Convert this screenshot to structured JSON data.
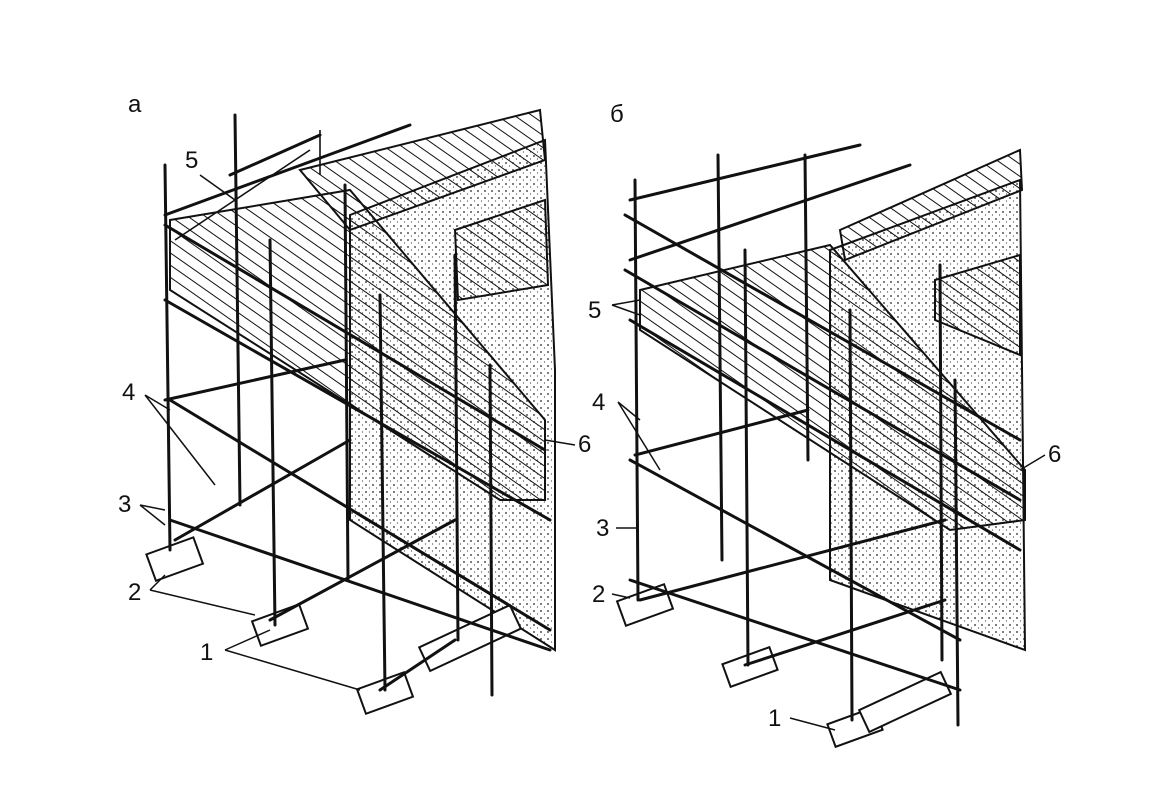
{
  "panels": [
    {
      "id": "a",
      "title": "а"
    },
    {
      "id": "b",
      "title": "б"
    }
  ],
  "labels_a": [
    "5",
    "4",
    "3",
    "2",
    "1",
    "6"
  ],
  "labels_b": [
    "5",
    "4",
    "3",
    "2",
    "1",
    "6"
  ]
}
